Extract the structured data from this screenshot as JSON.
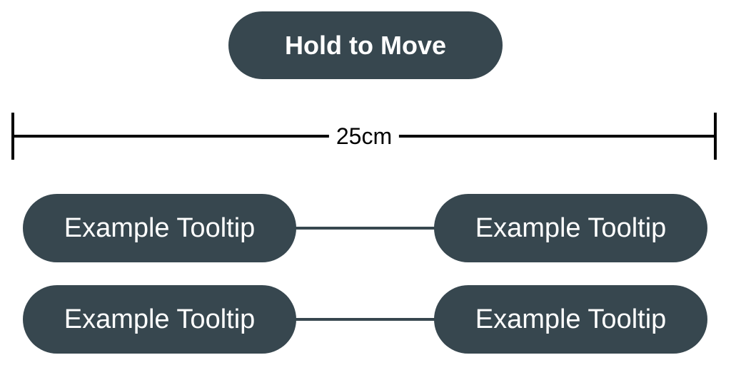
{
  "move_button": {
    "label": "Hold to Move"
  },
  "ruler": {
    "label": "25cm"
  },
  "tooltips": [
    {
      "left_label": "Example Tooltip",
      "right_label": "Example Tooltip"
    },
    {
      "left_label": "Example Tooltip",
      "right_label": "Example Tooltip"
    }
  ],
  "colors": {
    "pill_background": "#37474f",
    "pill_text": "#ffffff",
    "ruler": "#000000",
    "background": "#ffffff"
  }
}
